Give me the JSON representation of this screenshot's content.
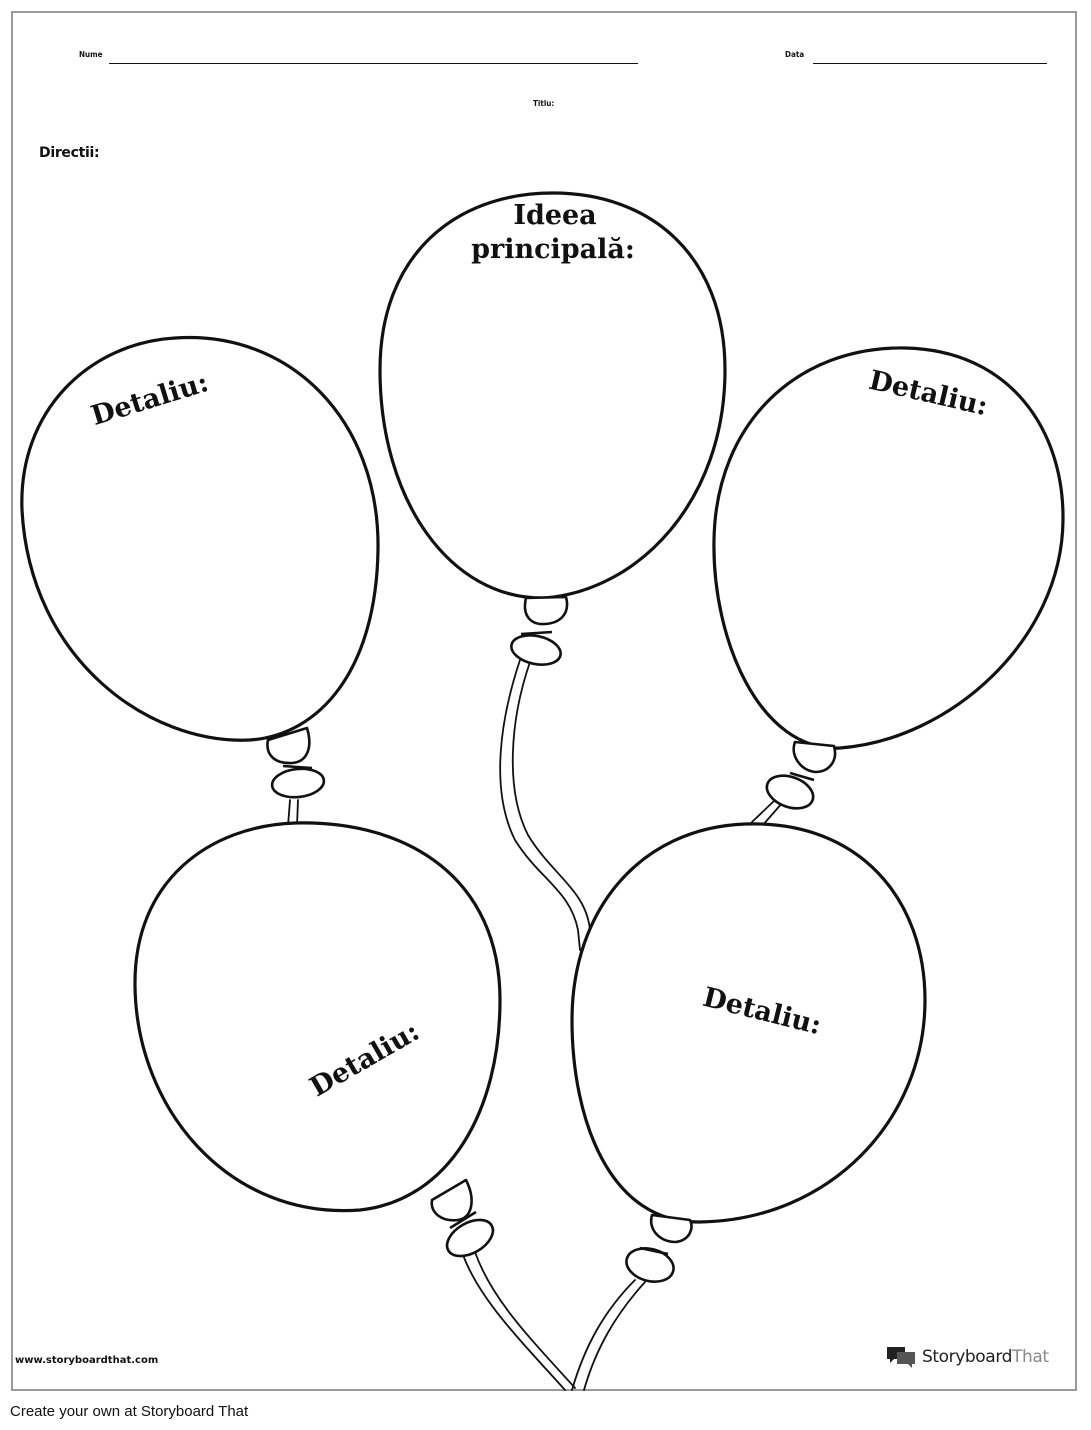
{
  "header": {
    "name_label": "Nume",
    "date_label": "Data",
    "title_label": "Titlu:",
    "directions_label": "Directii:"
  },
  "balloons": {
    "main_line1": "Ideea",
    "main_line2": "principală:",
    "detail_top_left": "Detaliu:",
    "detail_top_right": "Detaliu:",
    "detail_bottom_left": "Detaliu:",
    "detail_bottom_right": "Detaliu:"
  },
  "footer": {
    "website": "www.storyboardthat.com",
    "brand_bold": "Storyboard",
    "brand_light": "That",
    "logo_icon": "storyboardthat-logo-icon"
  },
  "caption": "Create your own at Storyboard That"
}
